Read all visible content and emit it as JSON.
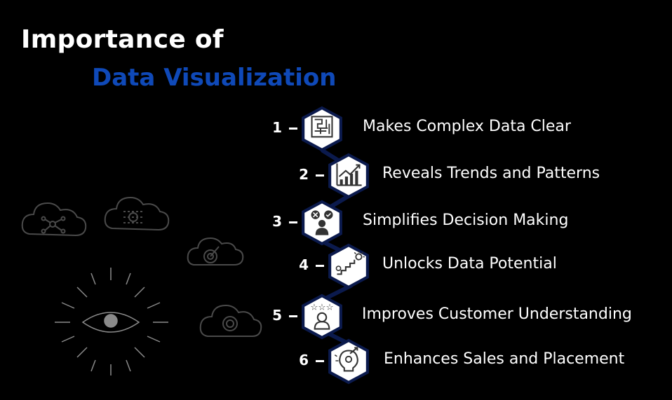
{
  "title": {
    "line1": "Importance of",
    "line2": "Data Visualization"
  },
  "colors": {
    "accent": "#0f49b8",
    "hex_border": "#0b1a4d",
    "background": "#000000"
  },
  "items": [
    {
      "number": "1",
      "label": "Makes Complex Data Clear",
      "icon": "maze-icon"
    },
    {
      "number": "2",
      "label": "Reveals Trends and Patterns",
      "icon": "growth-chart-icon"
    },
    {
      "number": "3",
      "label": "Simplifies Decision Making",
      "icon": "decision-person-icon"
    },
    {
      "number": "4",
      "label": "Unlocks Data Potential",
      "icon": "steps-bulb-icon"
    },
    {
      "number": "5",
      "label": "Improves Customer Understanding",
      "icon": "customer-rating-icon"
    },
    {
      "number": "6",
      "label": "Enhances Sales and Placement",
      "icon": "bulb-gear-arrow-icon"
    }
  ],
  "decorations": [
    "network-cloud-icon",
    "binary-cloud-icon",
    "target-cloud-icon",
    "money-gear-cloud-icon",
    "eye-icon"
  ]
}
